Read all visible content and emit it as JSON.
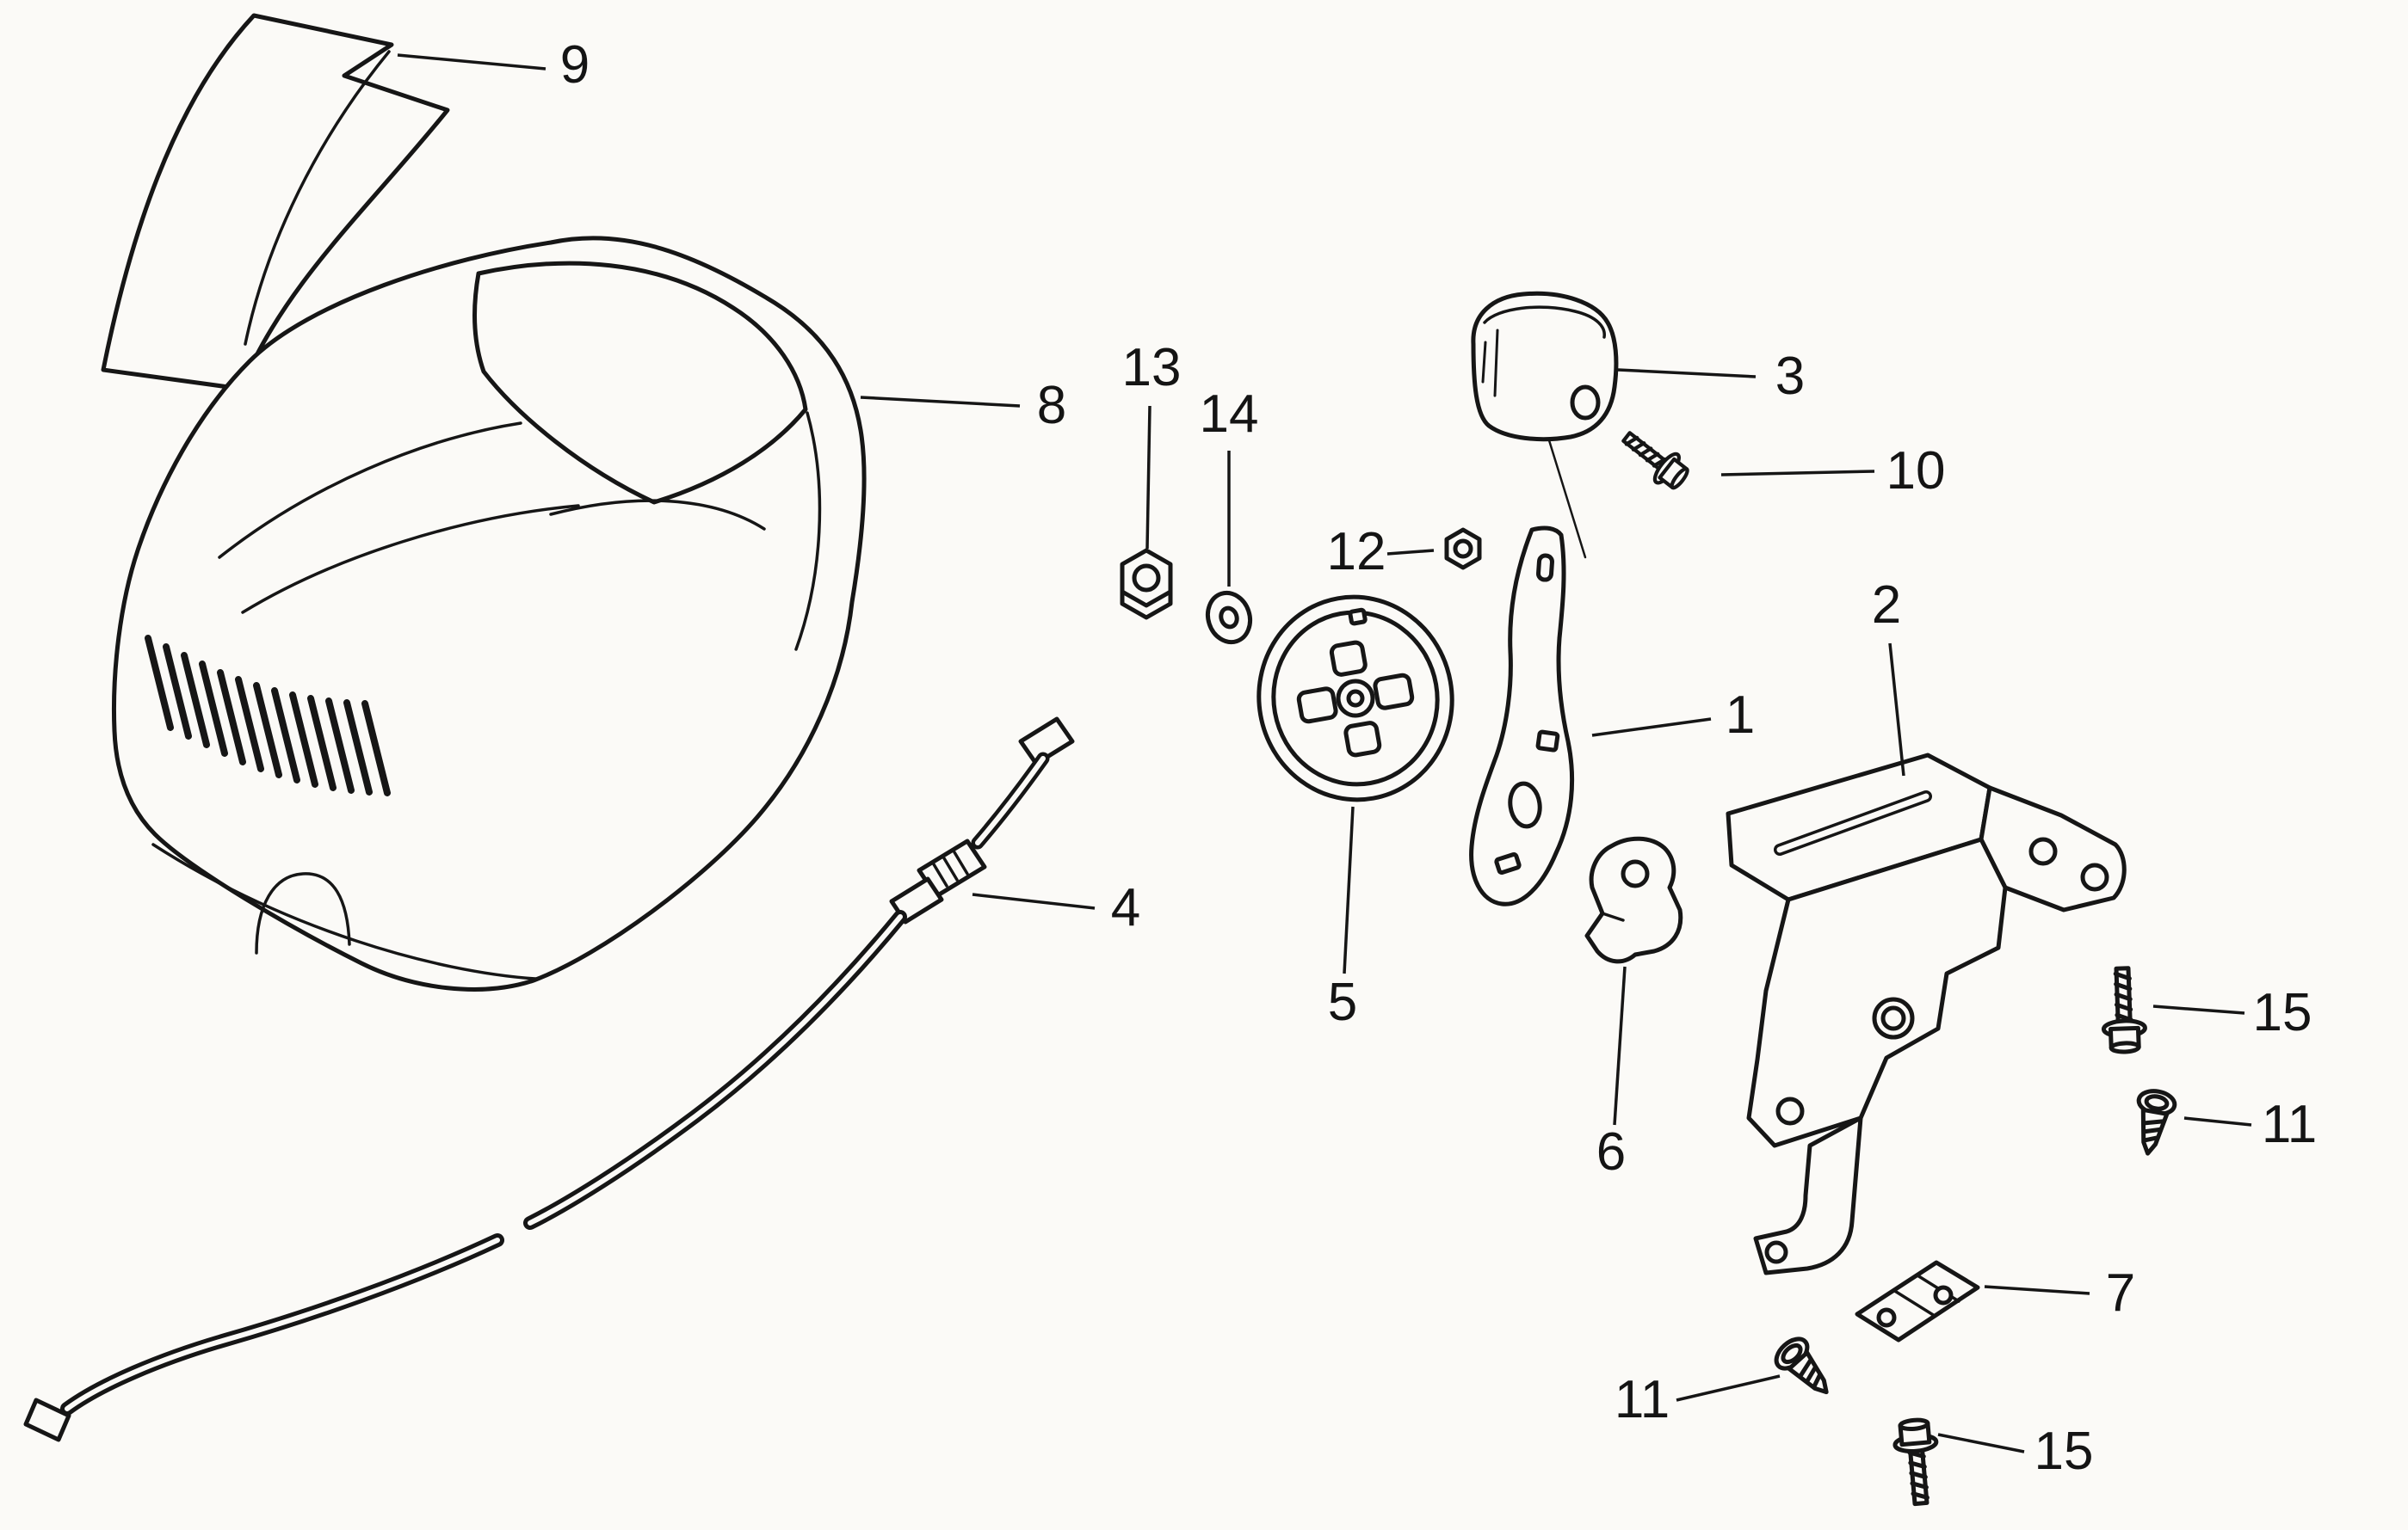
{
  "page": {
    "background": "#fbfaf7",
    "line_color": "#161616",
    "text_color": "#141414"
  },
  "callouts": [
    {
      "label": "9"
    },
    {
      "label": "8"
    },
    {
      "label": "13"
    },
    {
      "label": "14"
    },
    {
      "label": "12"
    },
    {
      "label": "3"
    },
    {
      "label": "10"
    },
    {
      "label": "1"
    },
    {
      "label": "2"
    },
    {
      "label": "4"
    },
    {
      "label": "5"
    },
    {
      "label": "6"
    },
    {
      "label": "15"
    },
    {
      "label": "11"
    },
    {
      "label": "7"
    },
    {
      "label": "11"
    },
    {
      "label": "15"
    }
  ]
}
